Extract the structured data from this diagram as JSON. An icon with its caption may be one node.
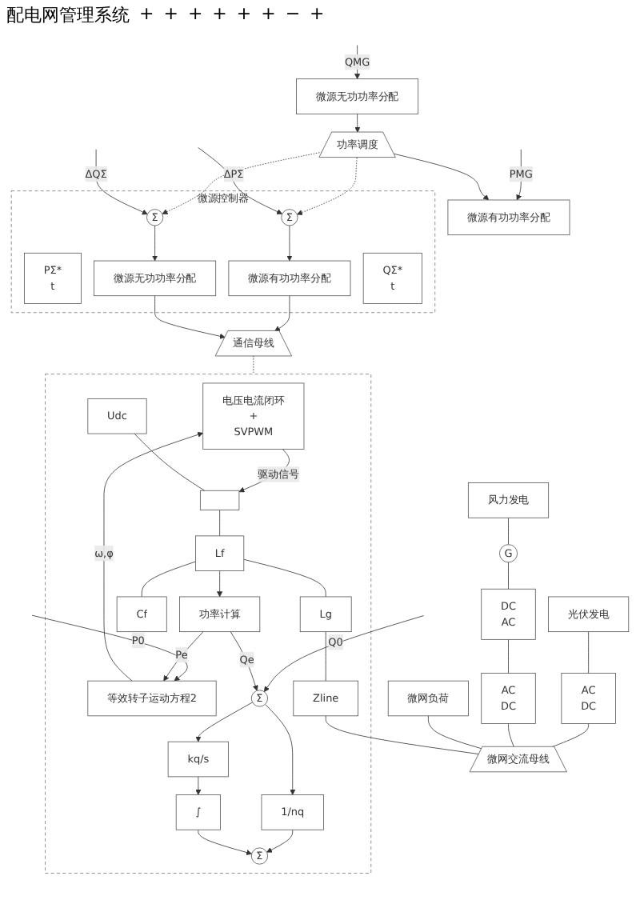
{
  "diagram": {
    "nodes": [
      {
        "text": [
          "微源有功功率分配"
        ]
      },
      {
        "text": [
          "微源无功功率分配"
        ]
      },
      {
        "text": [
          "功率调度"
        ]
      },
      {
        "text": [
          "微源控制器"
        ]
      },
      {
        "text": [
          "PΣ*",
          "t"
        ],
        "in": 3
      },
      {
        "text": [
          "Σ"
        ],
        "in": 3
      },
      {
        "text": [
          "微源有功功率分配"
        ],
        "in": 3
      },
      {
        "text": [
          "Σ"
        ],
        "in": 3
      },
      {
        "text": [
          "微源无功功率分配"
        ],
        "in": 3
      },
      {
        "text": [
          "QΣ*",
          "t"
        ],
        "in": 3
      },
      {
        "text": [
          "通信母线"
        ]
      },
      {
        "text": [],
        "shape": "box"
      },
      {
        "text": [
          "电压电流闭环",
          "+",
          "SVPWM"
        ],
        "in": 11
      },
      {
        "text": [
          "等效转子运动方程2"
        ],
        "in": 11
      },
      {
        "text": [
          "Σ"
        ],
        "in": 11
      },
      {
        "text": [
          "1/nq"
        ],
        "in": 11
      },
      {
        "text": [
          "Σ"
        ],
        "in": 11
      },
      {
        "text": [
          "∫"
        ],
        "in": 11
      },
      {
        "text": [
          "kq/s"
        ],
        "in": 11
      },
      {
        "text": [
          "功率计算"
        ],
        "in": 11
      },
      {
        "text": [],
        "shape": "box",
        "in": 11
      },
      {
        "text": [
          "Udc"
        ],
        "in": 11
      },
      {
        "text": [
          "Lf"
        ],
        "in": 11
      },
      {
        "text": [
          "Cf"
        ],
        "in": 11
      },
      {
        "text": [
          "Lg"
        ],
        "in": 11
      },
      {
        "text": [
          "Zline"
        ],
        "in": 11
      },
      {
        "text": [
          "微网交流母线"
        ]
      },
      {
        "text": [
          "光伏发电"
        ]
      },
      {
        "text": [
          "AC",
          "DC"
        ]
      },
      {
        "text": [
          "风力发电"
        ]
      },
      {
        "text": [
          "G"
        ]
      },
      {
        "text": [
          "DC",
          "AC"
        ]
      },
      {
        "text": [
          "AC",
          "DC"
        ]
      },
      {
        "text": [
          "微网负荷"
        ]
      }
    ],
    "edges": [
      {
        "from": null,
        "to": 0,
        "arrow": "to",
        "label": "PMG"
      },
      {
        "from": 2,
        "to": 0,
        "arrow": "to"
      },
      {
        "from": 1,
        "to": 2,
        "arrow": "to"
      },
      {
        "from": null,
        "to": 1,
        "arrow": "to",
        "label": "QMG"
      },
      {
        "from": 2,
        "to": 5,
        "arrow": "to",
        "style": "dashed"
      },
      {
        "from": null,
        "to": 5,
        "arrow": "to",
        "label": "ΔPΣ"
      },
      {
        "from": 5,
        "to": 6,
        "arrow": "to"
      },
      {
        "from": 2,
        "to": 7,
        "arrow": "to",
        "style": "dashed"
      },
      {
        "from": null,
        "to": 7,
        "arrow": "to",
        "label": "ΔQΣ"
      },
      {
        "from": 7,
        "to": 8,
        "arrow": "to"
      },
      {
        "from": 6,
        "to": 10,
        "arrow": "to"
      },
      {
        "from": 8,
        "to": 10,
        "arrow": "to"
      },
      {
        "from": 10,
        "to": 11,
        "arrow": "none",
        "style": "dashed"
      },
      {
        "from": 13,
        "to": 12,
        "arrow": "to",
        "label": "ω,φ"
      },
      {
        "from": null,
        "to": 13,
        "arrow": "to",
        "label": "P0"
      },
      {
        "from": 19,
        "to": 13,
        "arrow": "to",
        "label": "Pe"
      },
      {
        "from": null,
        "to": 16,
        "arrow": "to",
        "label": "Q0"
      },
      {
        "from": 19,
        "to": 16,
        "arrow": "to",
        "label": "Qe"
      },
      {
        "from": 16,
        "to": 15,
        "arrow": "to"
      },
      {
        "from": 15,
        "to": 14,
        "arrow": "to"
      },
      {
        "from": 16,
        "to": 18,
        "arrow": "to"
      },
      {
        "from": 18,
        "to": 17,
        "arrow": "to"
      },
      {
        "from": 17,
        "to": 14,
        "arrow": "to"
      },
      {
        "from": 12,
        "to": 20,
        "arrow": "to",
        "label": "驱动信号"
      },
      {
        "from": 21,
        "to": 20,
        "arrow": "none"
      },
      {
        "from": 20,
        "to": 22,
        "arrow": "none"
      },
      {
        "from": 22,
        "to": 23,
        "arrow": "none"
      },
      {
        "from": 22,
        "to": 24,
        "arrow": "none"
      },
      {
        "from": 22,
        "to": 19,
        "arrow": "to"
      },
      {
        "from": 24,
        "to": 25,
        "arrow": "none"
      },
      {
        "from": 25,
        "to": 26,
        "arrow": "none"
      },
      {
        "from": 27,
        "to": 28,
        "arrow": "none"
      },
      {
        "from": 28,
        "to": 26,
        "arrow": "none"
      },
      {
        "from": 29,
        "to": 30,
        "arrow": "none"
      },
      {
        "from": 30,
        "to": 31,
        "arrow": "none"
      },
      {
        "from": 31,
        "to": 32,
        "arrow": "none"
      },
      {
        "from": 32,
        "to": 26,
        "arrow": "none"
      },
      {
        "from": 33,
        "to": 26,
        "arrow": "none"
      }
    ],
    "labels": [
      "配电网管理系统",
      "+",
      "+",
      "+",
      "+",
      "+",
      "+",
      "−",
      "+"
    ]
  }
}
